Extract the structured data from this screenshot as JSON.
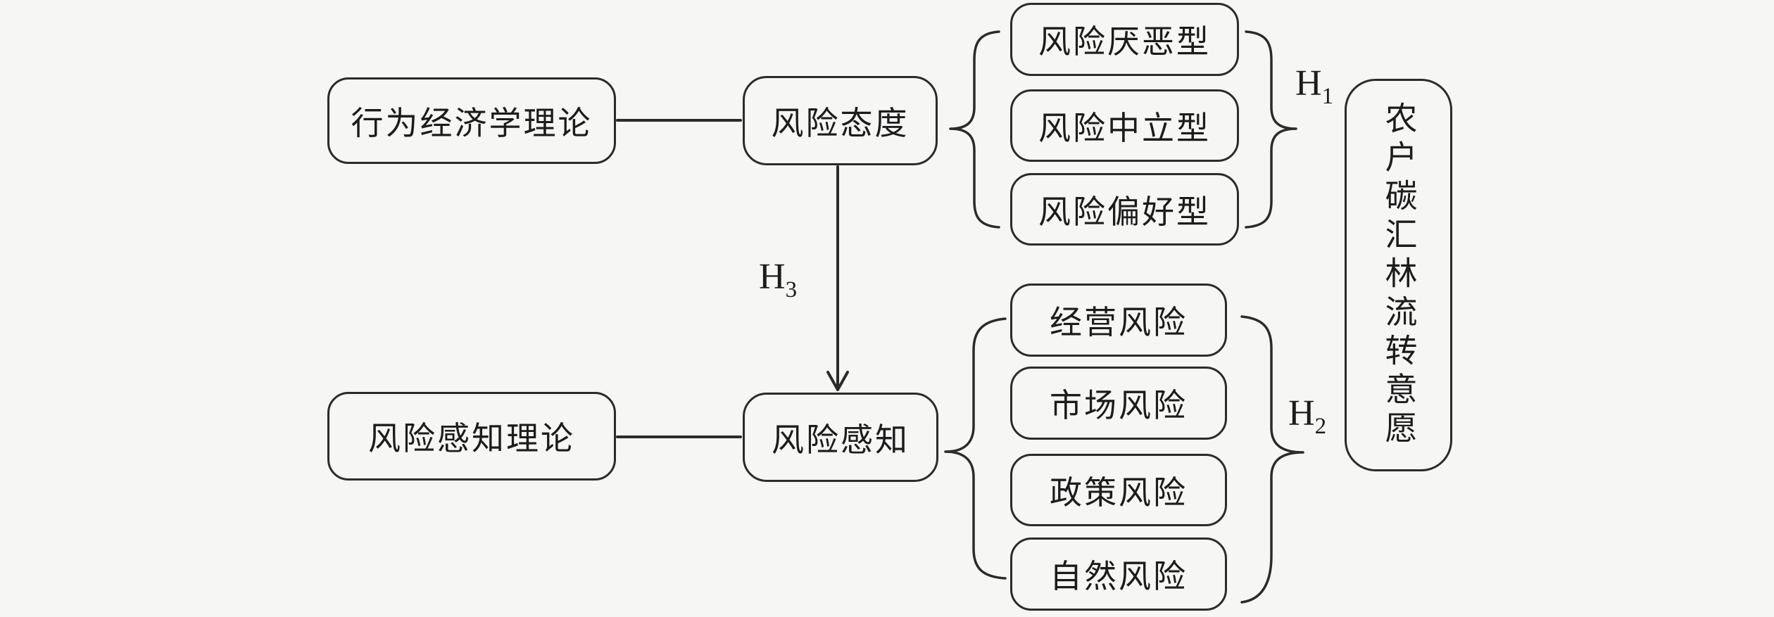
{
  "colors": {
    "background": "#f6f6f5",
    "stroke": "#2b2b2b",
    "text": "#1c1c1c"
  },
  "nodes": {
    "behavioral_econ_theory": "行为经济学理论",
    "risk_attitude": "风险态度",
    "risk_averse": "风险厌恶型",
    "risk_neutral": "风险中立型",
    "risk_preference": "风险偏好型",
    "risk_perception_theory": "风险感知理论",
    "risk_perception": "风险感知",
    "operation_risk": "经营风险",
    "market_risk": "市场风险",
    "policy_risk": "政策风险",
    "natural_risk": "自然风险",
    "willingness": "农户碳汇林流转意愿"
  },
  "hypotheses": {
    "h1": {
      "base": "H",
      "sub": "1"
    },
    "h2": {
      "base": "H",
      "sub": "2"
    },
    "h3": {
      "base": "H",
      "sub": "3"
    }
  },
  "relations": [
    {
      "from": "behavioral_econ_theory",
      "to": "risk_attitude",
      "type": "line"
    },
    {
      "from": "risk_perception_theory",
      "to": "risk_perception",
      "type": "line"
    },
    {
      "from": "risk_attitude",
      "to": "risk_perception",
      "type": "arrow",
      "label": "H3"
    },
    {
      "from": "risk_attitude",
      "to": [
        "risk_averse",
        "risk_neutral",
        "risk_preference"
      ],
      "type": "brace"
    },
    {
      "from": [
        "risk_averse",
        "risk_neutral",
        "risk_preference"
      ],
      "to": "willingness",
      "type": "brace",
      "label": "H1"
    },
    {
      "from": "risk_perception",
      "to": [
        "operation_risk",
        "market_risk",
        "policy_risk",
        "natural_risk"
      ],
      "type": "brace"
    },
    {
      "from": [
        "operation_risk",
        "market_risk",
        "policy_risk",
        "natural_risk"
      ],
      "to": "willingness",
      "type": "brace",
      "label": "H2"
    }
  ]
}
